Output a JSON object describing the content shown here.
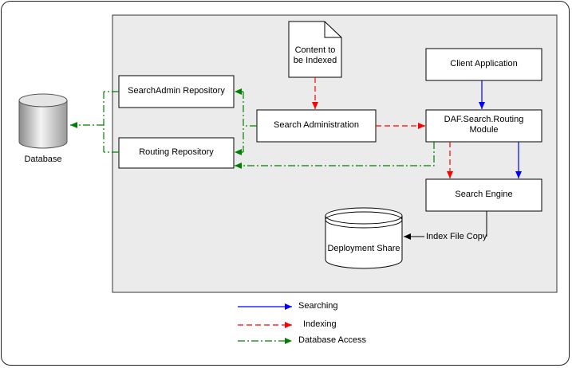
{
  "nodes": {
    "database": "Database",
    "searchadmin_repo": "SearchAdmin Repository",
    "routing_repo": "Routing Repository",
    "content_doc_line1": "Content to",
    "content_doc_line2": "be Indexed",
    "search_admin": "Search Administration",
    "client_app": "Client Application",
    "routing_module_line1": "DAF.Search.Routing",
    "routing_module_line2": "Module",
    "search_engine": "Search Engine",
    "deployment_share": "Deployment Share",
    "index_file_copy": "Index File Copy"
  },
  "legend": {
    "searching": "Searching",
    "indexing": "Indexing",
    "database_access": "Database Access"
  },
  "colors": {
    "searching": "#0000ff",
    "indexing": "#ff0000",
    "database_access": "#008000",
    "panel": "#ebebeb"
  }
}
